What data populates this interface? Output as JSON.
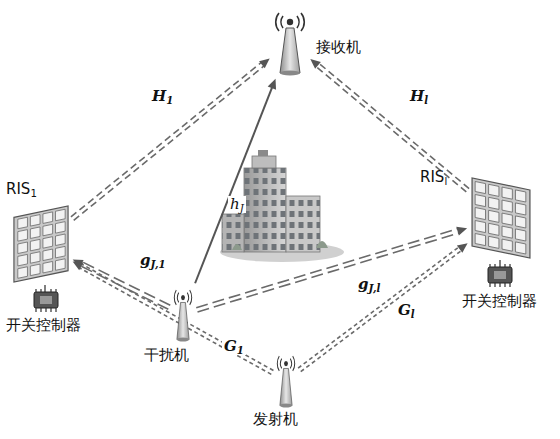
{
  "diagram": {
    "nodes": [
      {
        "text": [
          "接收机"
        ]
      },
      {
        "text": [
          "RIS1"
        ]
      },
      {
        "text": [
          "RISl"
        ]
      },
      {
        "text": [
          "干扰机"
        ]
      },
      {
        "text": [
          "发射机"
        ]
      }
    ],
    "edges": [
      {
        "from": 1,
        "to": 0,
        "arrow": "to",
        "label": "H1"
      },
      {
        "from": 2,
        "to": 0,
        "arrow": "to",
        "label": "Hl"
      },
      {
        "from": 3,
        "to": 0,
        "arrow": "to",
        "label": "hJ"
      },
      {
        "from": 3,
        "to": 1,
        "arrow": "to",
        "label": "gJ,1"
      },
      {
        "from": 3,
        "to": 2,
        "arrow": "to",
        "label": "gJ,l"
      },
      {
        "from": 4,
        "to": 1,
        "arrow": "to",
        "label": "G1"
      },
      {
        "from": 4,
        "to": 2,
        "arrow": "to",
        "label": "Gl"
      }
    ],
    "labels": [
      "开关控制器",
      "开关控制器"
    ]
  }
}
